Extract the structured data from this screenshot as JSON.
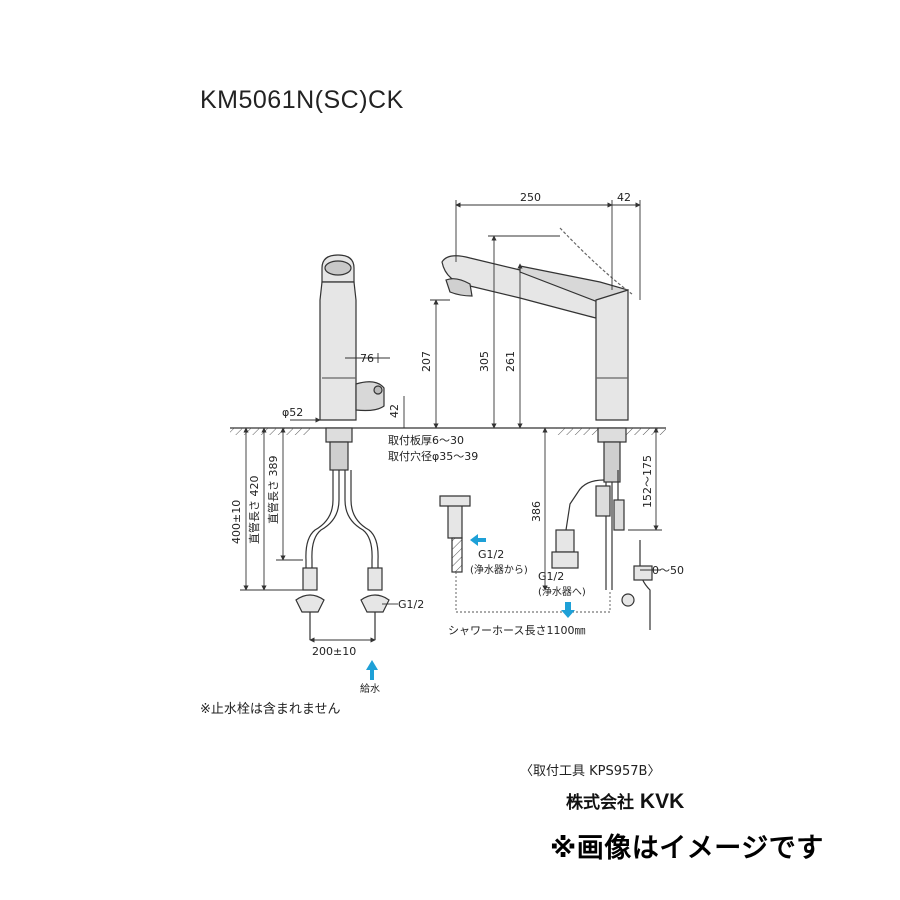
{
  "model": "KM5061N(SC)CK",
  "dimensions": {
    "width_250": "250",
    "width_42": "42",
    "height_305": "305",
    "height_261": "261",
    "height_207": "207",
    "lever_76": "76",
    "base_42": "42",
    "phi52": "φ52",
    "hose_386": "386",
    "range_152_175": "152～175",
    "range_0_50": "0～50",
    "pitch_200": "200±10",
    "total_400": "400±10",
    "pipe_420": "直管長さ 420",
    "pipe_389": "直管長さ 389",
    "plate_thickness": "取付板厚6～30",
    "hole_diameter": "取付穴径φ35～39"
  },
  "labels": {
    "g12_left": "G1/2",
    "g12_from": "G1/2",
    "from_purifier": "(浄水器から)",
    "g12_to": "G1/2",
    "to_purifier": "(浄水器へ)",
    "shower_hose": "シャワーホース長さ1100㎜",
    "water_supply": "給水"
  },
  "note": "※止水栓は含まれません",
  "tool": "〈取付工具 KPS957B〉",
  "company_prefix": "株式会社",
  "company_brand": "KVK",
  "disclaimer": "※画像はイメージです",
  "colors": {
    "arrow": "#1ea0d7",
    "line": "#333333",
    "body_fill": "#e6e6e6"
  }
}
